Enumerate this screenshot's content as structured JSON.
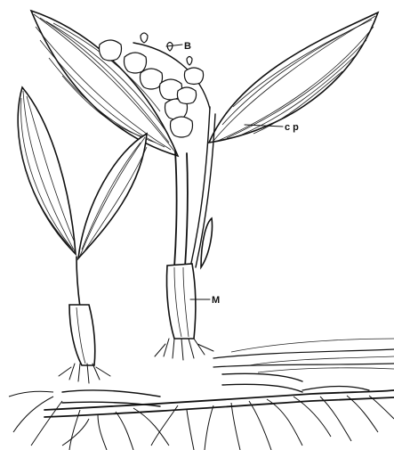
{
  "labels": {
    "bud": "B",
    "leaf": "c p",
    "stem_base": "M"
  }
}
